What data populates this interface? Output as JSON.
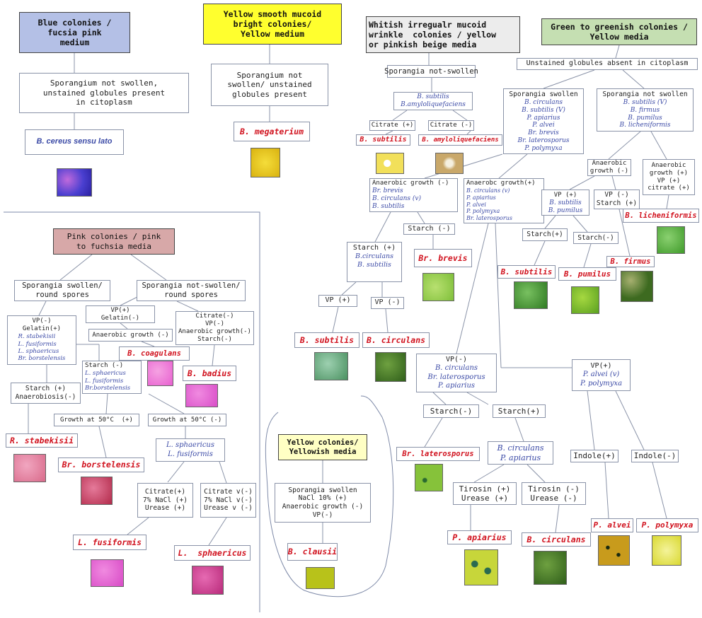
{
  "headers": {
    "blue": "Blue colonies /\nfucsia pink\nmedium",
    "yellow_smooth": "Yellow smooth mucoid\nbright colonies/\nYellow medium",
    "whitish": "Whitish irregualr mucoid\nwrinkle  colonies / yellow\nor pinkish beige media",
    "green": "Green to greenish colonies /\nYellow media",
    "pink": "Pink colonies / pink\nto fuchsia media",
    "yellow_col": "Yellow colonies/\nYellowish media"
  },
  "colors": {
    "blue_header": "#b4c0e6",
    "yellow_header": "#ffff2e",
    "whitish_header": "#ececec",
    "green_header": "#c5dfb2",
    "pink_header": "#d7a8a8",
    "yellow_col_header": "#ffffc4",
    "species_text": "#3b4aa6",
    "result_text": "#d1131f"
  },
  "blue": {
    "q1": "Sporangium not swollen,\nunstained globules present\nin citoplasm",
    "result": "B. cereus sensu lato"
  },
  "yellow_smooth": {
    "q1": "Sporangium not\nswollen/ unstained\nglobules present",
    "result": "B. megaterium"
  },
  "whitish": {
    "q1": "Sporangia not-swollen",
    "species": "B. subtilis\nB.amyloliquefaciens",
    "citrate_pos": "Citrate (+)",
    "citrate_neg": "Citrate (-)",
    "res_subtilis": "B. subtilis",
    "res_amylo": "B. amyloliquefaciens"
  },
  "green": {
    "q1": "Unstained globules absent in citoplasm",
    "swollen": "Sporangia swollen",
    "swollen_species": "B. circulans\nB. subtilis (V)\nP. apiarius\nP. alvei\nBr. brevis\nBr. laterosporus\nP. polymyxa",
    "notswollen": "Sporangia not swollen",
    "notswollen_species": "B. subtilis (V)\nB. firmus\nB. pumilus\nB. licheniformis",
    "anaer_neg": "Anaerobic growth (-)",
    "anaer_neg_species": "Br. brevis\nB. circulans (v)\nB. subtilis",
    "anaer_pos": "Anaerobc growth(+)",
    "anaer_pos_species": "B. circulans (v)\nP. apiarius\nP. alvei\nP. polymyxa\nBr. laterosporus",
    "starch_neg_a": "Starch (-)",
    "res_brevis": "Br. brevis",
    "starch_pos_a": "Starch (+)",
    "starch_pos_a_species": "B.circulans\nB. subtilis",
    "vp_pos_a": "VP (+)",
    "vp_neg_a": "VP (-)",
    "res_subtilis_a": "B. subtilis",
    "res_circulans_a": "B. circulans",
    "ana_growth_neg": "Anaerobic\ngrowth (-)",
    "ana_growth_pos": "Anaerobic\ngrowth (+)\nVP (+)\ncitrate (+)",
    "vp_pos_b": "VP (+)",
    "vp_pos_b_species": "B. subtilis\nB. pumilus",
    "vp_starch": "VP (-)\nStarch (+)",
    "res_licheniformis": "B. licheniformis",
    "starch_pos_b": "Starch(+)",
    "starch_neg_b": "Starch(-)",
    "res_firmus": "B. firmus",
    "res_subtilis_b": "B. subtilis",
    "res_pumilus": "B. pumilus",
    "vp_neg_c": "VP(-)",
    "vp_neg_c_species": "B. circulans\nBr. laterosporus\nP. apiarius",
    "vp_pos_c": "VP(+)",
    "vp_pos_c_species": "P. alvei (v)\nP. polymyxa",
    "starch_neg_c": "Starch(-)",
    "starch_pos_c": "Starch(+)",
    "res_laterosporus": "Br. laterosporus",
    "starch_pos_c_species": "B. circulans\nP. apiarius",
    "tirosin_pos": "Tirosin (+)\nUrease (+)",
    "tirosin_neg": "Tirosin (-)\nUrease (-)",
    "res_apiarius": "P. apiarius",
    "res_circulans_b": "B. circulans",
    "indole_pos": "Indole(+)",
    "indole_neg": "Indole(-)",
    "res_alvei": "P. alvei",
    "res_polymyxa": "P. polymyxa"
  },
  "pink": {
    "swollen": "Sporangia swollen/\nround spores",
    "notswollen": "Sporangia not-swollen/\nround spores",
    "vp_neg_gel": "VP(-)\nGelatin(+)",
    "vp_neg_gel_species": "R. stabekisii\nL. fusiformis\nL. sphaericus\nBr. borstelensis",
    "vp_pos_gel": "VP(+)\nGelatin(-)",
    "anaer_neg": "Anaerobic growth (-)",
    "res_coagulans": "B. coagulans",
    "citrate_box": "Citrate(-)\nVP(-)\nAnaerobic growth(-)\nStarch(-)",
    "res_badius": "B. badius",
    "starch_neg": "Starch (-)",
    "starch_neg_species": "L. sphaericus\nL. fusiformis\nBr.borstelensis",
    "starch_pos": "Starch (+)\nAnaerobiosis(-)",
    "growth_pos": "Growth at 50°C  (+)",
    "growth_neg": "Growth at 50°C (-)",
    "res_stabekisii": "R. stabekisii",
    "res_borstelensis": "Br. borstelensis",
    "growth_neg_species": "L. sphaericus\nL. fusiformis",
    "cit_pos": "Citrate(+)\n7% NaCl (+)\nUrease (+)",
    "cit_v": "Citrate v(-)\n7% NaCl v(-)\nUrease v (-)",
    "res_fusiformis": "L. fusiformis",
    "res_sphaericus": "L.  sphaericus"
  },
  "yellow_col": {
    "q1": "Sporangia swollen\nNaCl 10% (+)\nAnaerobic growth (-)\nVP(-)",
    "result": "B. clausii"
  },
  "thumbs": [
    {
      "name": "thumb-cereus",
      "color": "#4a3fd0"
    },
    {
      "name": "thumb-megaterium",
      "color": "#e6c51a"
    },
    {
      "name": "thumb-subtilis-white",
      "color": "#f2e05a"
    },
    {
      "name": "thumb-amylo",
      "color": "#c9a86a"
    },
    {
      "name": "thumb-brevis",
      "color": "#7fbf3a"
    },
    {
      "name": "thumb-subtilis-a",
      "color": "#5ea870"
    },
    {
      "name": "thumb-circulans-a",
      "color": "#3f7a2a"
    },
    {
      "name": "thumb-licheniformis",
      "color": "#4fae3a"
    },
    {
      "name": "thumb-firmus",
      "color": "#3d6a20"
    },
    {
      "name": "thumb-subtilis-b",
      "color": "#3f8f2c"
    },
    {
      "name": "thumb-pumilus",
      "color": "#6fb42a"
    },
    {
      "name": "thumb-laterosporus",
      "color": "#86c23a"
    },
    {
      "name": "thumb-apiarius",
      "color": "#c7d63a"
    },
    {
      "name": "thumb-circulans-b",
      "color": "#3f7a2a"
    },
    {
      "name": "thumb-alvei",
      "color": "#c89b1c"
    },
    {
      "name": "thumb-polymyxa",
      "color": "#e9e84a"
    },
    {
      "name": "thumb-coagulans",
      "color": "#e85fd0"
    },
    {
      "name": "thumb-badius",
      "color": "#d94dc8"
    },
    {
      "name": "thumb-stabekisii",
      "color": "#d96a8a"
    },
    {
      "name": "thumb-borstelensis",
      "color": "#c23a5a"
    },
    {
      "name": "thumb-fusiformis",
      "color": "#d84ac6"
    },
    {
      "name": "thumb-sphaericus",
      "color": "#c8328a"
    },
    {
      "name": "thumb-clausii",
      "color": "#b8c21a"
    }
  ]
}
